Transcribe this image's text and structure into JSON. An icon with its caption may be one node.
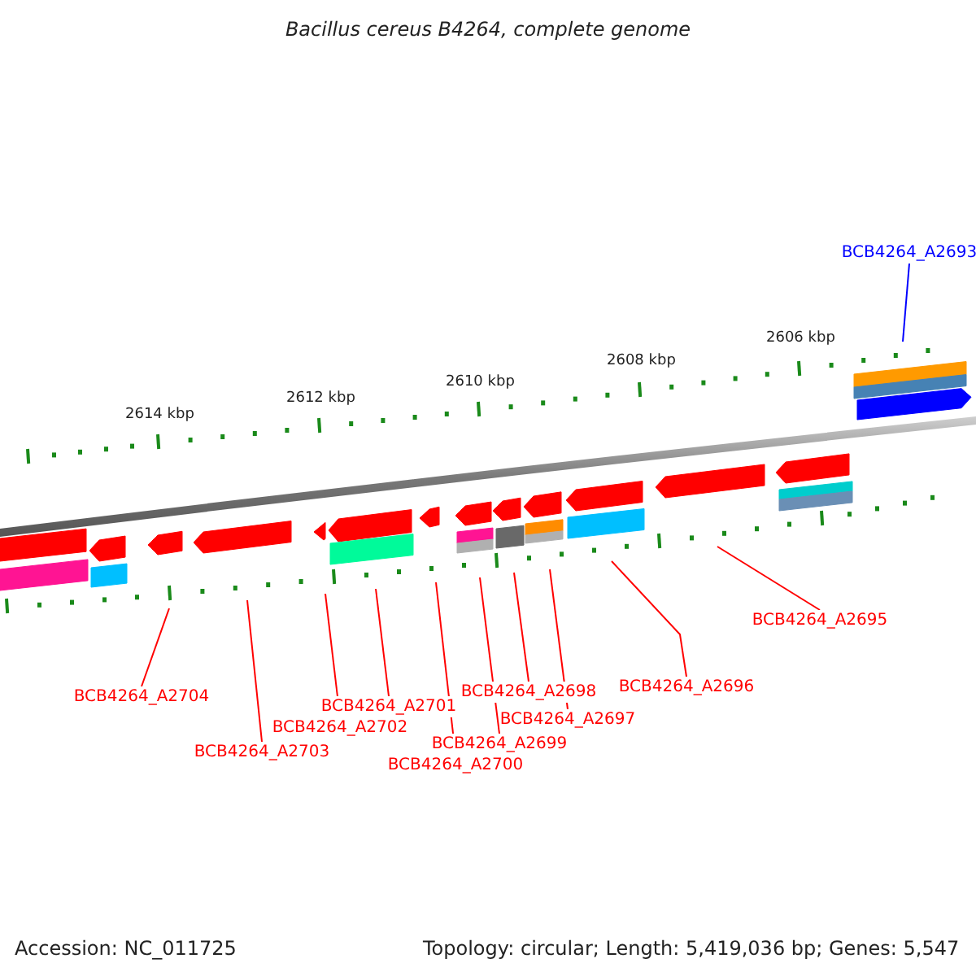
{
  "diagram": {
    "title": "Bacillus cereus B4264, complete genome",
    "nodes": [
      {
        "text": [
          "BCB4264_A2693"
        ]
      },
      {
        "text": [
          "BCB4264_A2695"
        ]
      },
      {
        "text": [
          "BCB4264_A2696"
        ]
      },
      {
        "text": [
          "BCB4264_A2698"
        ]
      },
      {
        "text": [
          "BCB4264_A2704"
        ]
      },
      {
        "text": [
          "BCB4264_A2701"
        ]
      },
      {
        "text": [
          "BCB4264_A2697"
        ]
      },
      {
        "text": [
          "BCB4264_A2702"
        ]
      },
      {
        "text": [
          "BCB4264_A2699"
        ]
      },
      {
        "text": [
          "BCB4264_A2703"
        ]
      },
      {
        "text": [
          "BCB4264_A2700"
        ]
      }
    ],
    "edges": [
      {
        "from": 0,
        "to": null,
        "arrow": "none",
        "color": "#0000ff"
      },
      {
        "from": 1,
        "to": null,
        "arrow": "none"
      },
      {
        "from": 2,
        "to": null,
        "arrow": "none"
      },
      {
        "from": 3,
        "to": null,
        "arrow": "none"
      },
      {
        "from": 4,
        "to": null,
        "arrow": "none"
      },
      {
        "from": 5,
        "to": null,
        "arrow": "none"
      },
      {
        "from": 6,
        "to": null,
        "arrow": "none"
      },
      {
        "from": 7,
        "to": null,
        "arrow": "none"
      },
      {
        "from": 8,
        "to": null,
        "arrow": "none"
      },
      {
        "from": 9,
        "to": null,
        "arrow": "none"
      },
      {
        "from": 10,
        "to": null,
        "arrow": "none"
      }
    ],
    "labels": [
      "2606 kbp",
      "2608 kbp",
      "2610 kbp",
      "2612 kbp",
      "2614 kbp",
      "Accession: NC_011725",
      "Topology: circular; Length: 5,419,036 bp; Genes: 5,547"
    ]
  }
}
